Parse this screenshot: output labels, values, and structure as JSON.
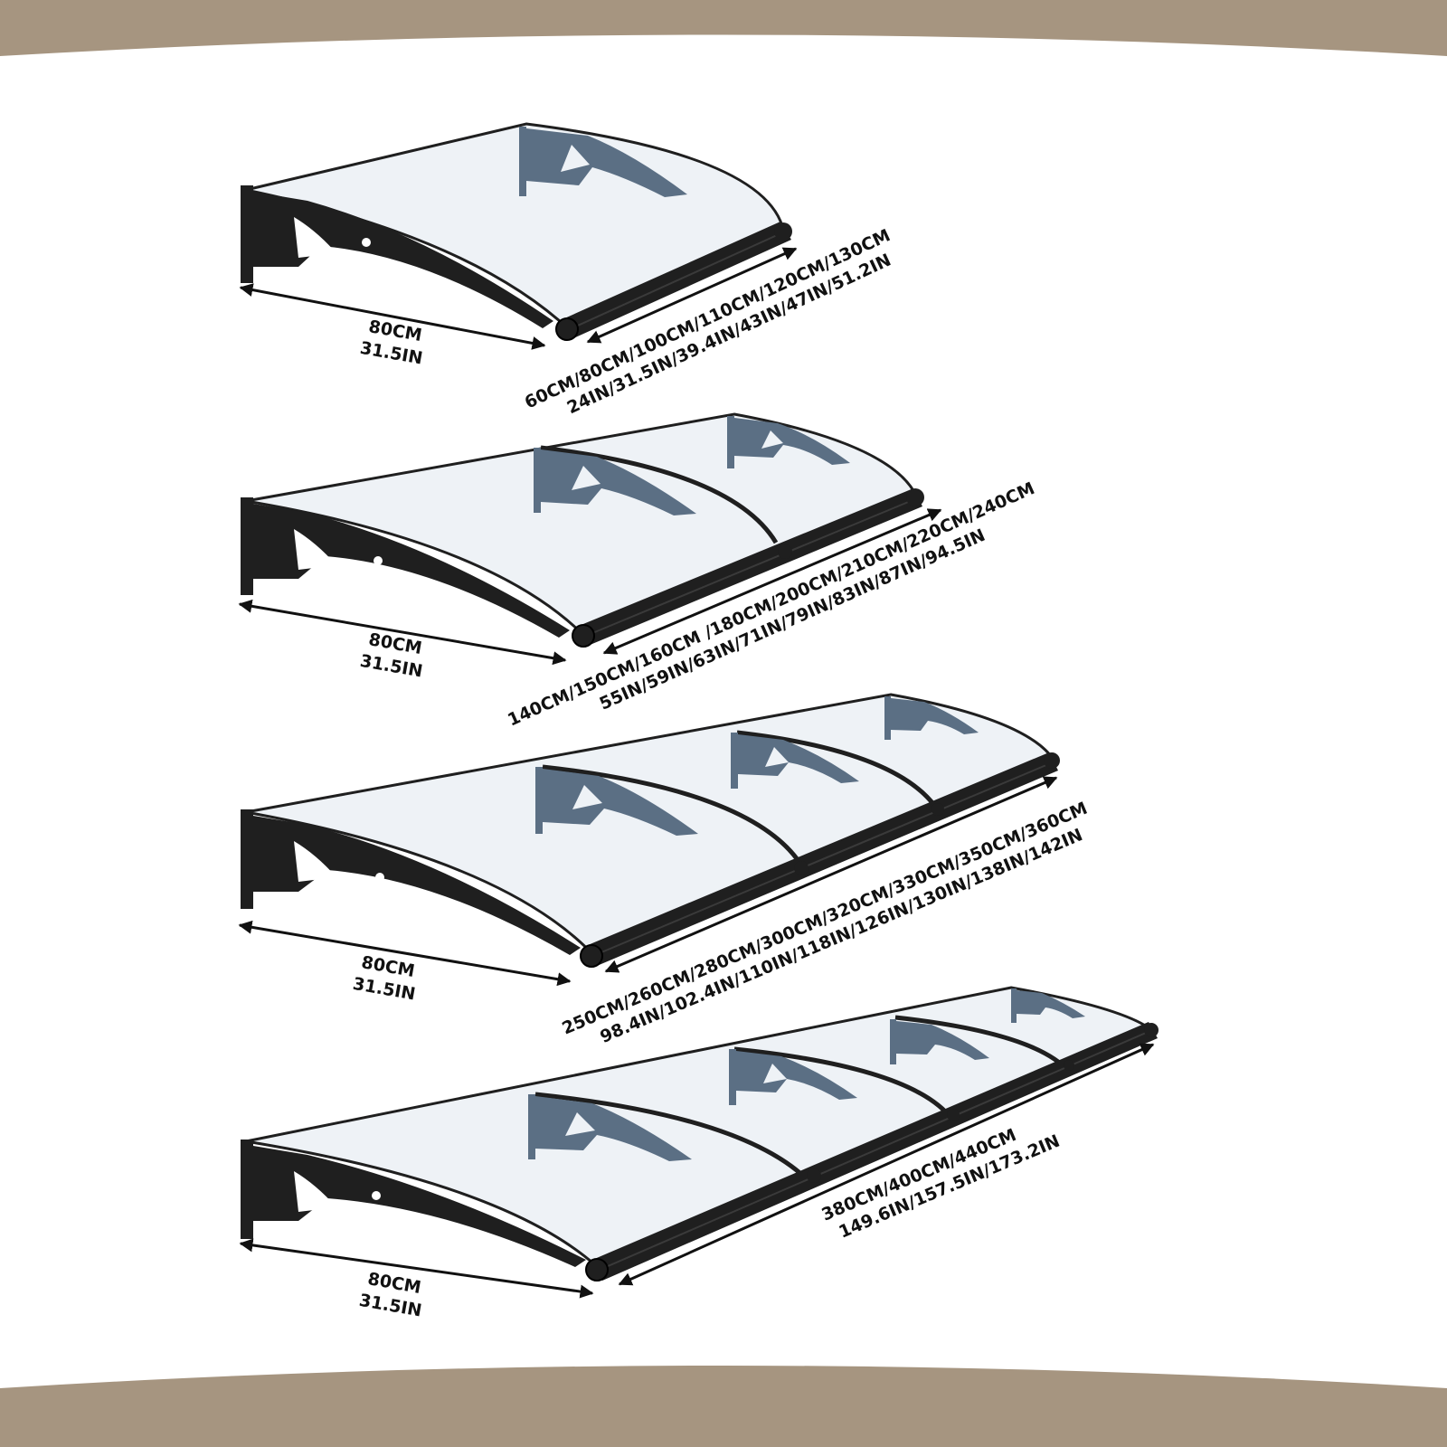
{
  "colors": {
    "band": "#a69580",
    "frame": "#1f1f1f",
    "panel": "#eef2f6",
    "bracket_back": "#5b6f84"
  },
  "icons": [
    "double-arrow-icon"
  ],
  "awnings": [
    {
      "depth": {
        "cm": "80CM",
        "in": "31.5IN"
      },
      "widths": {
        "cm": "60CM/80CM/100CM/110CM/120CM/130CM",
        "in": "24IN/31.5IN/39.4IN/43IN/47IN/51.2IN"
      },
      "sections": 1
    },
    {
      "depth": {
        "cm": "80CM",
        "in": "31.5IN"
      },
      "widths": {
        "cm": "140CM/150CM/160CM /180CM/200CM/210CM/220CM/240CM",
        "in": "55IN/59IN/63IN/71IN/79IN/83IN/87IN/94.5IN"
      },
      "sections": 2
    },
    {
      "depth": {
        "cm": "80CM",
        "in": "31.5IN"
      },
      "widths": {
        "cm": "250CM/260CM/280CM/300CM/320CM/330CM/350CM/360CM",
        "in": "98.4IN/102.4IN/110IN/118IN/126IN/130IN/138IN/142IN"
      },
      "sections": 3
    },
    {
      "depth": {
        "cm": "80CM",
        "in": "31.5IN"
      },
      "widths": {
        "cm": "380CM/400CM/440CM",
        "in": "149.6IN/157.5IN/173.2IN"
      },
      "sections": 4
    }
  ]
}
